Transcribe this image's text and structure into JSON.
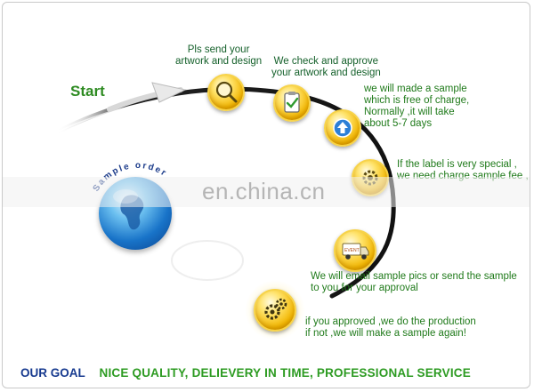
{
  "start_label": "Start",
  "steps": [
    {
      "lines": [
        "Pls send your",
        "artwork and design"
      ],
      "icon": "magnifier-icon"
    },
    {
      "lines": [
        "We check and approve",
        "your artwork and design"
      ],
      "icon": "clipboard-check-icon"
    },
    {
      "lines": [
        "we will  made a sample",
        "which is free of charge,",
        "Normally ,it will take",
        "about 5-7 days"
      ],
      "icon": "upload-arrow-icon"
    },
    {
      "lines": [
        "If the label is very special ,",
        "we need charge sample fee ,"
      ],
      "icon": "gear-icon"
    },
    {
      "lines": [
        "We will email sample pics or send the sample",
        "to you for your approval"
      ],
      "icon": "delivery-truck-icon",
      "icon_text": "EVENT"
    },
    {
      "lines": [
        "if you approved ,we do the production",
        "if not ,we will make a sample again!"
      ],
      "icon": "gears-icon"
    }
  ],
  "globe_ring_text": "Sample order",
  "watermark": "en.china.cn",
  "footer": {
    "goal": "OUR GOAL",
    "slogan": "NICE QUALITY, DELIEVERY IN TIME, PROFESSIONAL SERVICE"
  },
  "colors": {
    "step_text": "#1f7a1a",
    "start": "#2e8b22",
    "goal": "#173a8f",
    "node": "#f2b600"
  }
}
